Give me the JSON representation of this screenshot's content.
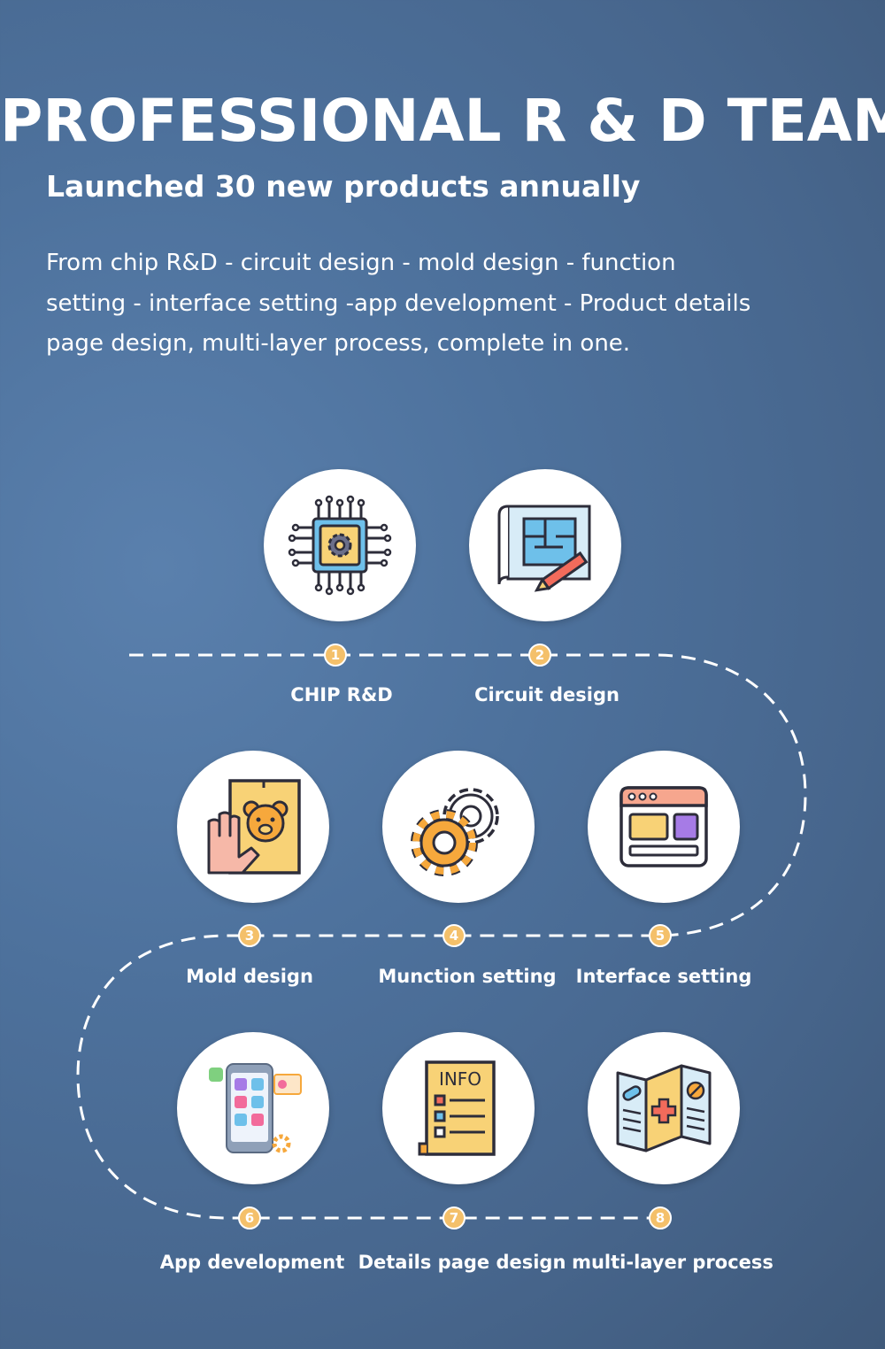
{
  "header": {
    "title": "PROFESSIONAL R & D TEAM",
    "subtitle": "Launched 30 new products annually",
    "description": "From chip R&D - circuit design - mold design - function\nsetting - interface setting -app development - Product details\n page design, multi-layer process, complete in one."
  },
  "steps": [
    {
      "number": "1",
      "label": "CHIP R&D",
      "icon": "chip-icon"
    },
    {
      "number": "2",
      "label": "Circuit design",
      "icon": "blueprint-icon"
    },
    {
      "number": "3",
      "label": "Mold design",
      "icon": "mold-bear-icon"
    },
    {
      "number": "4",
      "label": "Munction setting",
      "icon": "gears-icon"
    },
    {
      "number": "5",
      "label": "Interface setting",
      "icon": "browser-window-icon"
    },
    {
      "number": "6",
      "label": "App development",
      "icon": "mobile-app-icon"
    },
    {
      "number": "7",
      "label": "Details page design",
      "icon": "info-document-icon"
    },
    {
      "number": "8",
      "label": "multi-layer process",
      "icon": "brochure-icon"
    }
  ],
  "colors": {
    "background": "#4d719c",
    "badge": "#f4c06a",
    "icon_orange": "#f6a83c",
    "icon_blue": "#6ec0ea",
    "icon_yellow": "#f8d276",
    "icon_purple": "#a67be6",
    "icon_outline": "#2d2d3a"
  }
}
